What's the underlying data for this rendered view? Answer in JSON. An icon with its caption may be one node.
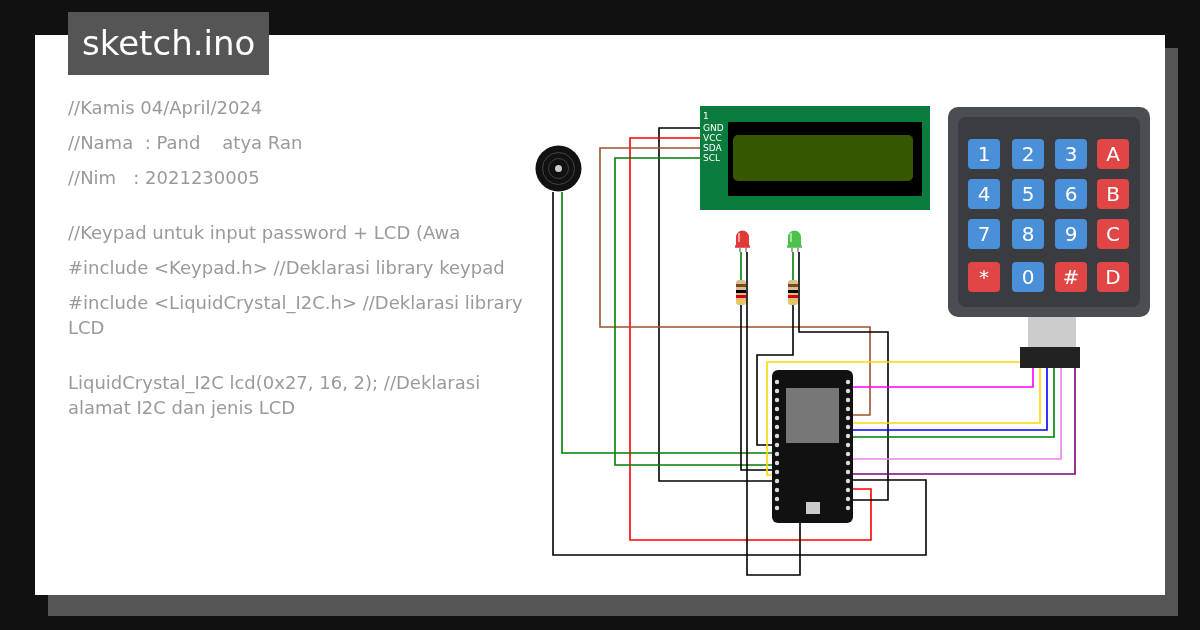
{
  "diagram": {
    "nodes": [
      {
        "text": [],
        "shape": "picture"
      },
      {
        "text": [
          "1",
          "GND",
          "VCC",
          "SDA",
          "SCL"
        ]
      },
      {
        "text": [],
        "shape": "picture"
      },
      {
        "text": [],
        "shape": "picture"
      },
      {
        "text": [],
        "shape": "picture"
      },
      {
        "text": [],
        "shape": "picture"
      },
      {
        "text": [],
        "shape": "picture"
      },
      {
        "text": [],
        "shape": "picture"
      },
      {
        "text": [
          "1"
        ],
        "in": 7
      },
      {
        "text": [
          "2"
        ],
        "in": 7
      },
      {
        "text": [
          "3"
        ],
        "in": 7
      },
      {
        "text": [
          "A"
        ],
        "in": 7
      },
      {
        "text": [
          "4"
        ],
        "in": 7
      },
      {
        "text": [
          "5"
        ],
        "in": 7
      },
      {
        "text": [
          "6"
        ],
        "in": 7
      },
      {
        "text": [
          "B"
        ],
        "in": 7
      },
      {
        "text": [
          "7"
        ],
        "in": 7
      },
      {
        "text": [
          "8"
        ],
        "in": 7
      },
      {
        "text": [
          "9"
        ],
        "in": 7
      },
      {
        "text": [
          "C"
        ],
        "in": 7
      },
      {
        "text": [
          "*"
        ],
        "in": 7
      },
      {
        "text": [
          "0"
        ],
        "in": 7
      },
      {
        "text": [
          "#"
        ],
        "in": 7
      },
      {
        "text": [
          "D"
        ],
        "in": 7
      }
    ],
    "edges": [
      {
        "from": 1,
        "to": 6,
        "arrow": "none"
      },
      {
        "from": 1,
        "to": 6,
        "arrow": "none",
        "color": "#ff0000"
      },
      {
        "from": 1,
        "to": 6,
        "arrow": "none",
        "color": "#a0522d"
      },
      {
        "from": 1,
        "to": 6,
        "arrow": "none",
        "color": "#008000"
      },
      {
        "from": 0,
        "to": 6,
        "arrow": "none"
      },
      {
        "from": 0,
        "to": 6,
        "arrow": "none",
        "color": "#008000"
      },
      {
        "from": 2,
        "to": 4,
        "arrow": "none",
        "color": "#008000"
      },
      {
        "from": 4,
        "to": 6,
        "arrow": "none"
      },
      {
        "from": 2,
        "to": 6,
        "arrow": "none"
      },
      {
        "from": 3,
        "to": 5,
        "arrow": "none",
        "color": "#008000"
      },
      {
        "from": 5,
        "to": 6,
        "arrow": "none"
      },
      {
        "from": 3,
        "to": 6,
        "arrow": "none"
      },
      {
        "from": 7,
        "to": 6,
        "arrow": "none",
        "color": "#ffd700"
      },
      {
        "from": 7,
        "to": 6,
        "arrow": "none",
        "color": "#ff00ff"
      },
      {
        "from": 7,
        "to": 6,
        "arrow": "none",
        "color": "#ffd700"
      },
      {
        "from": 7,
        "to": 6,
        "arrow": "none",
        "color": "#0000ff"
      },
      {
        "from": 7,
        "to": 6,
        "arrow": "none",
        "color": "#008000"
      },
      {
        "from": 7,
        "to": 6,
        "arrow": "none",
        "color": "#ee82ee"
      },
      {
        "from": 7,
        "to": 6,
        "arrow": "none",
        "color": "#800080"
      }
    ],
    "labels": [
      "sketch.ino",
      "//Kamis 04/April/2024",
      "//Nama  : Pand",
      "atya Ran",
      "//Nim   : 2021230005",
      "//Keypad untuk input password + LCD (Awa",
      "#include <Keypad.h> //Deklarasi library keypad",
      "#include <LiquidCrystal_I2C.h> //Deklarasi library LCD",
      "LiquidCrystal_I2C lcd(0x27, 16, 2); //Deklarasi alamat I2C dan jenis LCD"
    ]
  }
}
